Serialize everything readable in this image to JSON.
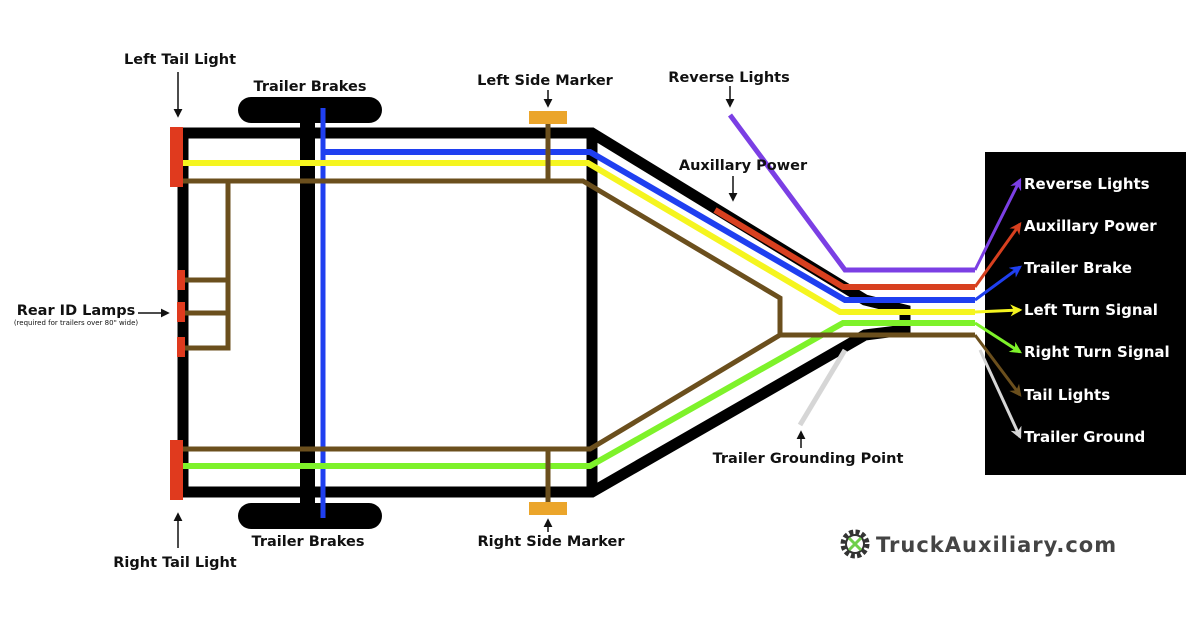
{
  "labels": {
    "left_tail_light": "Left Tail Light",
    "trailer_brakes_top": "Trailer Brakes",
    "left_side_marker": "Left Side Marker",
    "reverse_lights": "Reverse Lights",
    "auxillary_power": "Auxillary Power",
    "rear_id_lamps": "Rear ID Lamps",
    "rear_id_note": "(required for trailers over 80\" wide)",
    "right_tail_light": "Right Tail Light",
    "trailer_brakes_bottom": "Trailer Brakes",
    "right_side_marker": "Right Side Marker",
    "trailer_grounding_point": "Trailer Grounding Point"
  },
  "connector_legend": [
    {
      "label": "Reverse Lights",
      "color": "#7b3fe4"
    },
    {
      "label": "Auxillary Power",
      "color": "#d8401f"
    },
    {
      "label": "Trailer Brake",
      "color": "#1f3ff0"
    },
    {
      "label": "Left Turn Signal",
      "color": "#f5f51f"
    },
    {
      "label": "Right Turn Signal",
      "color": "#7ef22a"
    },
    {
      "label": "Tail Lights",
      "color": "#6b4f1d"
    },
    {
      "label": "Trailer Ground",
      "color": "#d6d6d6"
    }
  ],
  "logo": {
    "text": "TruckAuxiliary.com"
  }
}
